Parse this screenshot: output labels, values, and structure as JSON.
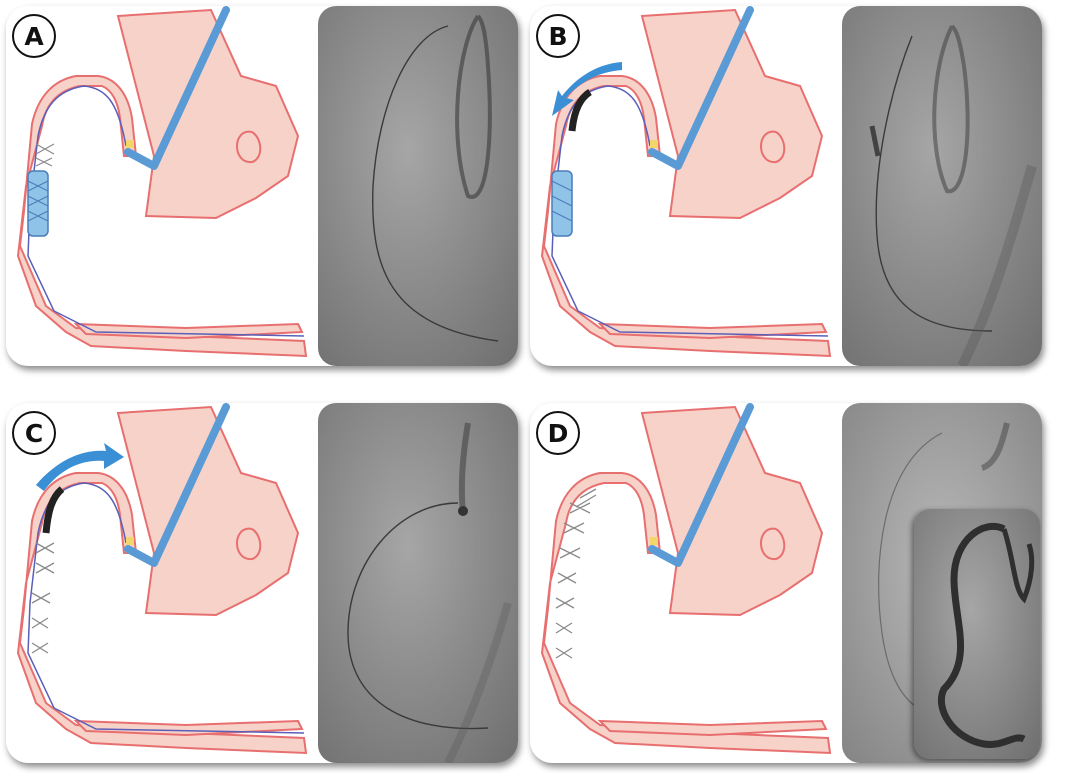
{
  "panels": [
    {
      "id": "A",
      "label": "A"
    },
    {
      "id": "B",
      "label": "B"
    },
    {
      "id": "C",
      "label": "C"
    },
    {
      "id": "D",
      "label": "D"
    }
  ],
  "colors": {
    "vessel_outline": "#e86f6f",
    "vessel_fill": "#f7d2c9",
    "catheter": "#5b9bd5",
    "wire": "#5b5fb8",
    "stent": "#8a8a8a",
    "arrow": "#3b8fd4",
    "xray_background": "#8e8e8e"
  },
  "icons": {
    "motion_arrow_b": "curved-arrow-left-icon",
    "motion_arrow_c": "curved-arrow-right-icon"
  }
}
